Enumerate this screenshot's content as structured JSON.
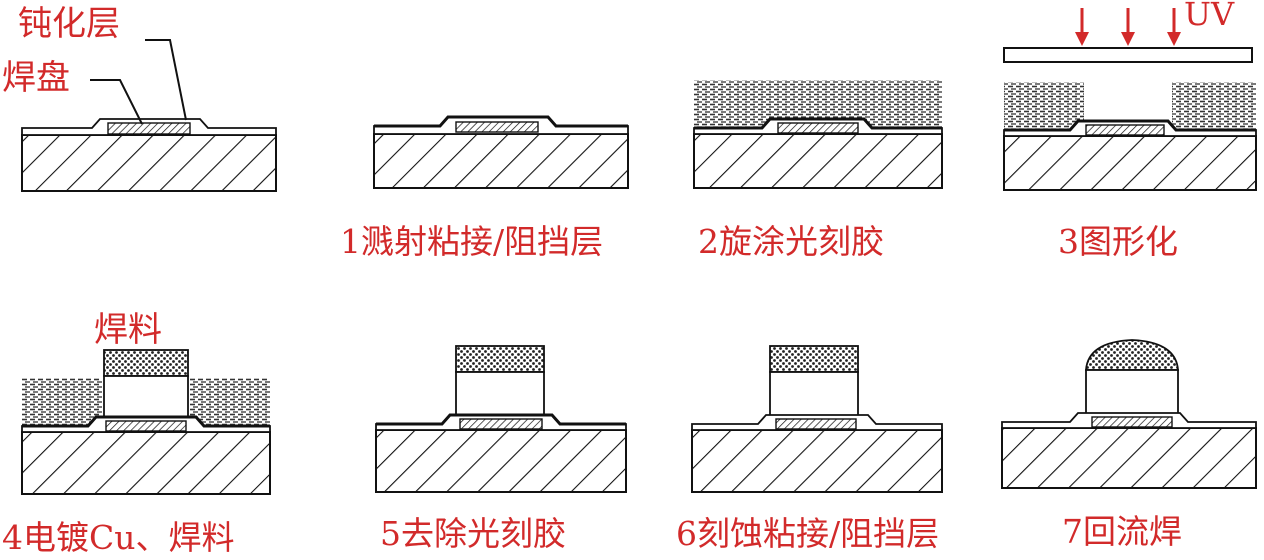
{
  "labels": {
    "passivation": "钝化层",
    "pad": "焊盘",
    "uv": "UV",
    "solder": "焊料"
  },
  "steps": [
    {
      "caption": "1溅射粘接/阻挡层"
    },
    {
      "caption": "2旋涂光刻胶"
    },
    {
      "caption": "3图形化"
    },
    {
      "caption": "4电镀Cu、焊料"
    },
    {
      "caption": "5去除光刻胶"
    },
    {
      "caption": "6刻蚀粘接/阻挡层"
    },
    {
      "caption": "7回流焊"
    }
  ],
  "colors": {
    "label": "#d22a2a",
    "line": "#111111"
  }
}
